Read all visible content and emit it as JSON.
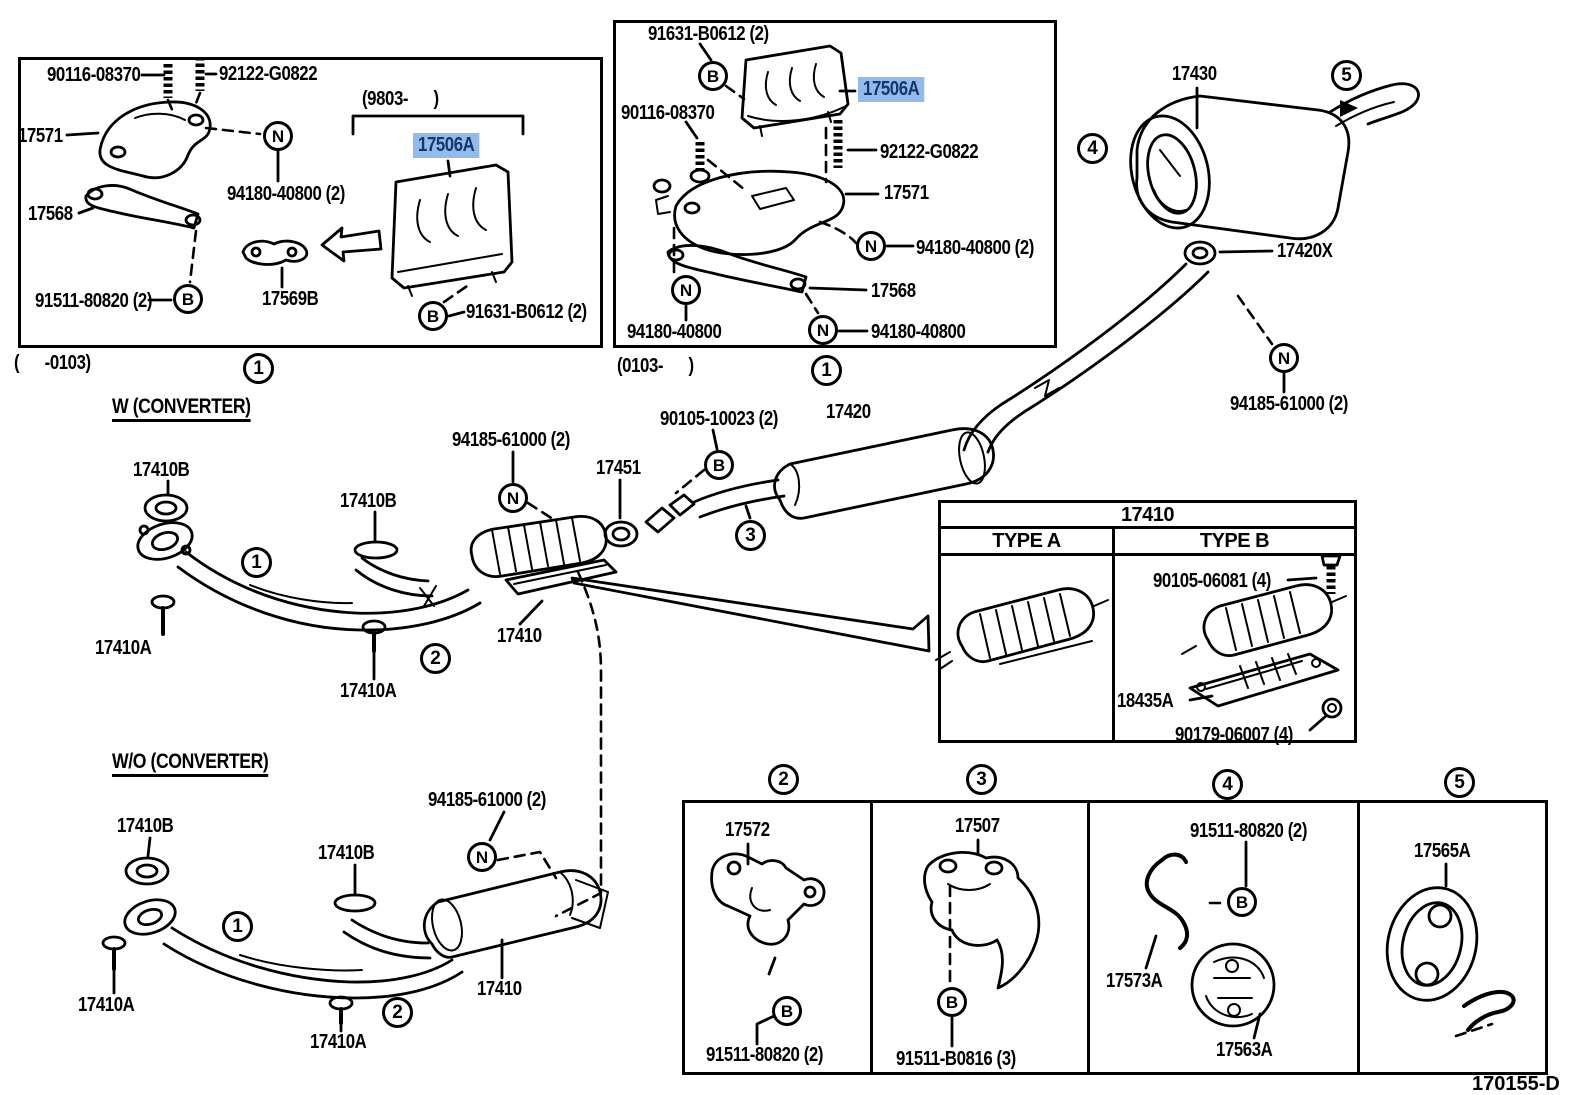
{
  "doc": {
    "drawing_number": "170155-D"
  },
  "colors": {
    "highlight_bg": "#92bbec",
    "highlight_text": "#17356e",
    "line": "#000000",
    "background": "#ffffff"
  },
  "badges": {
    "nut": "N",
    "bolt": "B"
  },
  "early_box": {
    "caption": "(      -0103)",
    "circle": "1",
    "note_9803": "(9803-      )",
    "parts": {
      "p90116": "90116-08370",
      "p92122": "92122-G0822",
      "p17571": "17571",
      "p94180_2": "94180-40800 (2)",
      "p17568": "17568",
      "p91511": "91511-80820 (2)",
      "p17569b": "17569B",
      "p17506a": "17506A",
      "p91631": "91631-B0612 (2)"
    }
  },
  "late_box": {
    "caption": "(0103-      )",
    "circle": "1",
    "parts": {
      "p91631": "91631-B0612 (2)",
      "p17506a": "17506A",
      "p90116": "90116-08370",
      "p92122": "92122-G0822",
      "p17571": "17571",
      "p94180_2": "94180-40800 (2)",
      "p17568": "17568",
      "p94180_left": "94180-40800",
      "p94180_right": "94180-40800"
    }
  },
  "tail": {
    "circle4": "4",
    "circle5": "5",
    "p17430": "17430",
    "p17420x": "17420X",
    "p94185": "94185-61000 (2)"
  },
  "with_converter": {
    "heading": "W (CONVERTER)",
    "circle1": "1",
    "circle2": "2",
    "circle3": "3",
    "p17410b_1": "17410B",
    "p17410b_2": "17410B",
    "p94185": "94185-61000 (2)",
    "p17451": "17451",
    "p90105": "90105-10023 (2)",
    "p17420": "17420",
    "p17410a_1": "17410A",
    "p17410a_2": "17410A",
    "p17410": "17410"
  },
  "without_converter": {
    "heading": "W/O (CONVERTER)",
    "circle1": "1",
    "circle2": "2",
    "p17410b_1": "17410B",
    "p17410b_2": "17410B",
    "p94185": "94185-61000 (2)",
    "p17410a_1": "17410A",
    "p17410a_2": "17410A",
    "p17410": "17410"
  },
  "type_table": {
    "title": "17410",
    "col_a": "TYPE A",
    "col_b": "TYPE B",
    "p90105": "90105-06081 (4)",
    "p18435a": "18435A",
    "p90179": "90179-06007 (4)"
  },
  "detail_boxes": [
    {
      "circle": "2",
      "part": "17572",
      "fastener": "91511-80820 (2)"
    },
    {
      "circle": "3",
      "part": "17507",
      "fastener": "91511-B0816 (3)"
    },
    {
      "circle": "4",
      "fastener": "91511-80820 (2)",
      "hook": "17573A",
      "cushion": "17563A"
    },
    {
      "circle": "5",
      "cushion": "17565A"
    }
  ]
}
